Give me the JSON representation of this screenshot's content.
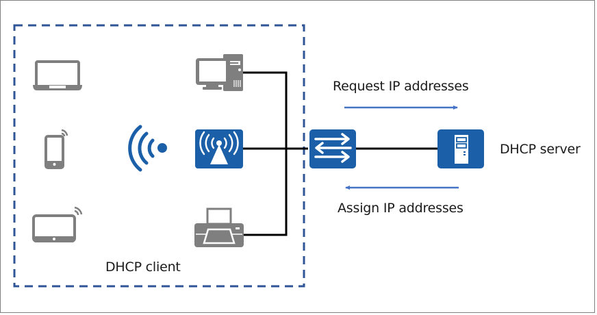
{
  "diagram": {
    "title": "DHCP client-server IP address assignment",
    "colors": {
      "accent_blue": "#1a5fa8",
      "dash_blue": "#2f5597",
      "arrow_blue": "#4472c4",
      "device_gray": "#7f7f7f",
      "line_black": "#000000"
    },
    "client_group": {
      "label": "DHCP client",
      "devices": [
        {
          "name": "laptop",
          "icon": "laptop-icon"
        },
        {
          "name": "smartphone",
          "icon": "smartphone-wireless-icon"
        },
        {
          "name": "tablet",
          "icon": "tablet-wireless-icon"
        },
        {
          "name": "wireless signal",
          "icon": "wifi-signal-icon"
        },
        {
          "name": "desktop PC",
          "icon": "desktop-computer-icon"
        },
        {
          "name": "wireless access point",
          "icon": "access-point-icon"
        },
        {
          "name": "printer",
          "icon": "printer-icon"
        }
      ]
    },
    "switch": {
      "name": "switch",
      "icon": "switch-icon"
    },
    "server": {
      "label": "DHCP server",
      "icon": "server-icon"
    },
    "flows": {
      "request": {
        "label": "Request IP addresses",
        "direction": "right"
      },
      "assign": {
        "label": "Assign IP addresses",
        "direction": "left"
      }
    }
  }
}
